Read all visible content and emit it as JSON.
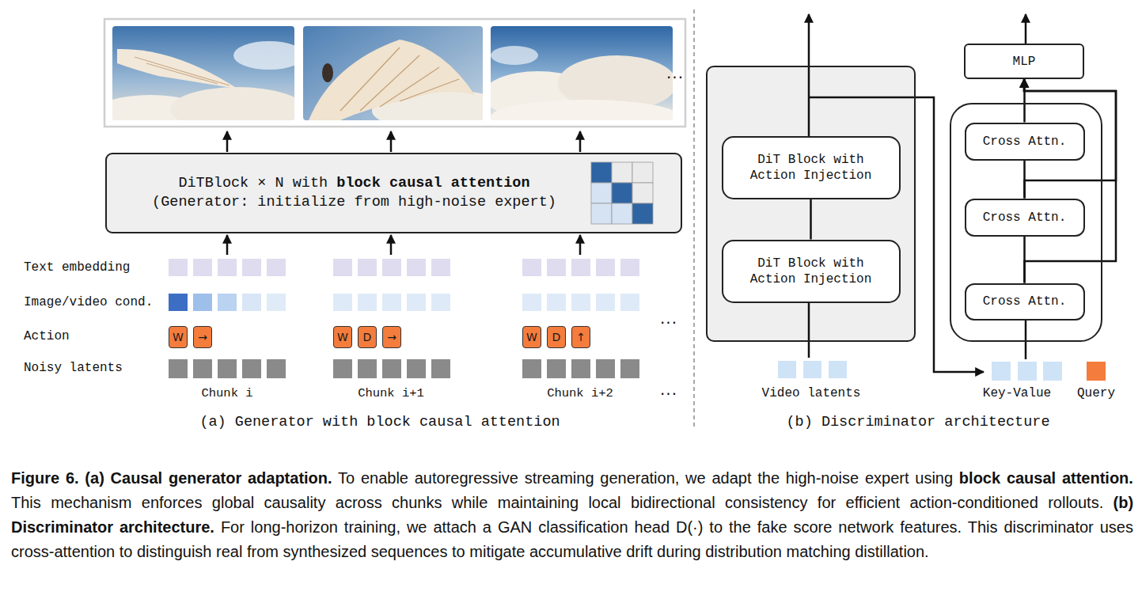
{
  "diagram": {
    "caption": "Figure 6. (a) Causal generator adaptation. To enable autoregressive streaming generation, we adapt the high-noise expert using block causal attention. This mechanism enforces global causality across chunks while maintaining local bidirectional consistency for efficient action-conditioned rollouts. (b) Discriminator architecture. For long-horizon training, we attach a GAN classification head D(·) to the fake score network features. This discriminator uses cross-attention to distinguish real from synthesized sequences to mitigate accumulative drift during distribution matching distillation.",
    "nodes": [
      {
        "text": [
          "DiTBlock × N with block causal attention",
          "(Generator: initialize from high-noise expert)"
        ]
      },
      {
        "text": [
          "W"
        ]
      },
      {
        "text": [
          "→"
        ]
      },
      {
        "text": [
          "W"
        ]
      },
      {
        "text": [
          "D"
        ]
      },
      {
        "text": [
          "→"
        ]
      },
      {
        "text": [
          "W"
        ]
      },
      {
        "text": [
          "D"
        ]
      },
      {
        "text": [
          "↑"
        ]
      },
      {
        "text": []
      },
      {
        "text": [
          "DiT Block with Action Injection"
        ],
        "in": 9
      },
      {
        "text": [
          "DiT Block with Action Injection"
        ],
        "in": 9
      },
      {
        "text": [
          "MLP"
        ]
      },
      {
        "text": []
      },
      {
        "text": [
          "Cross Attn."
        ],
        "in": 13
      },
      {
        "text": [
          "Cross Attn."
        ],
        "in": 13
      },
      {
        "text": [
          "Cross Attn."
        ],
        "in": 13
      }
    ],
    "edges": [
      {
        "from": 11,
        "to": 10,
        "arrow": "none"
      },
      {
        "from": 16,
        "to": 15,
        "arrow": "none"
      },
      {
        "from": 15,
        "to": 14,
        "arrow": "none"
      },
      {
        "from": 14,
        "to": 12,
        "arrow": "to"
      },
      {
        "from": 16,
        "to": 12,
        "arrow": "to"
      },
      {
        "from": 15,
        "to": 12,
        "arrow": "to"
      }
    ],
    "labels": [
      "...",
      "Text embedding",
      "Image/video cond.",
      "Action",
      "...",
      "Noisy latents",
      "Chunk i",
      "Chunk i+1",
      "Chunk i+2",
      "...",
      "Video latents",
      "Key-Value",
      "Query",
      "(a) Generator with block causal attention",
      "(b) Discriminator architecture"
    ]
  }
}
